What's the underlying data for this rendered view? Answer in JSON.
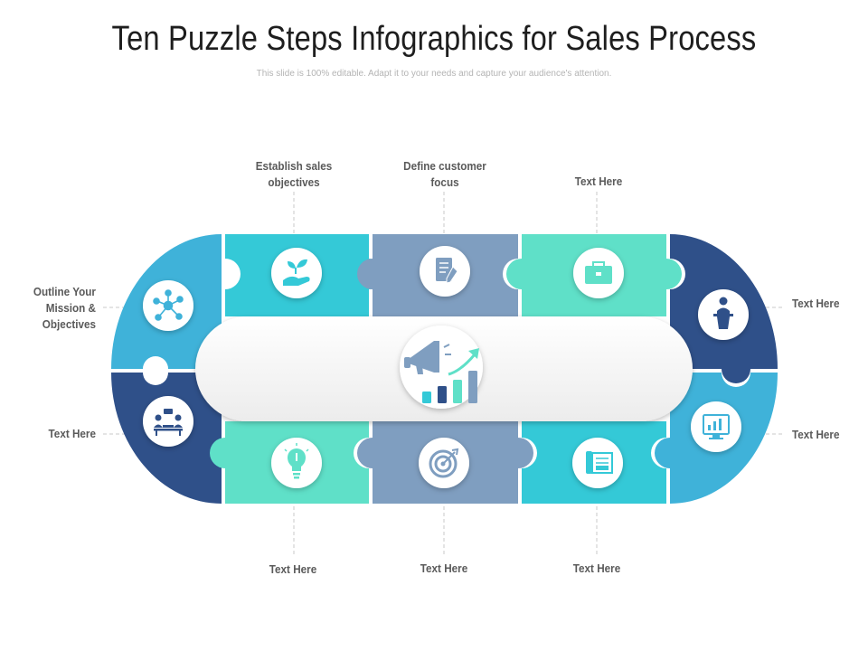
{
  "title": "Ten Puzzle Steps Infographics for Sales Process",
  "subtitle": "This slide is 100% editable. Adapt it to your needs and capture your audience's attention.",
  "colors": {
    "teal": "#34c9d7",
    "mint": "#5fe0c8",
    "slate": "#7f9ec0",
    "navy": "#2f5089",
    "sky": "#3fb2d9",
    "center": "#f3f3f3"
  },
  "steps": [
    {
      "label": "Outline Your Mission & Objectives",
      "icon": "network-icon"
    },
    {
      "label": "Establish sales objectives",
      "icon": "hand-plant-icon"
    },
    {
      "label": "Define customer focus",
      "icon": "document-pen-icon"
    },
    {
      "label": "Text Here",
      "icon": "briefcase-icon"
    },
    {
      "label": "Text Here",
      "icon": "speaker-podium-icon"
    },
    {
      "label": "Text Here",
      "icon": "monitor-chart-icon"
    },
    {
      "label": "Text Here",
      "icon": "blueprint-icon"
    },
    {
      "label": "Text Here",
      "icon": "target-icon"
    },
    {
      "label": "Text Here",
      "icon": "lightbulb-icon"
    },
    {
      "label": "Text Here",
      "icon": "meeting-icon"
    }
  ],
  "center_icon": "megaphone-growth-icon"
}
